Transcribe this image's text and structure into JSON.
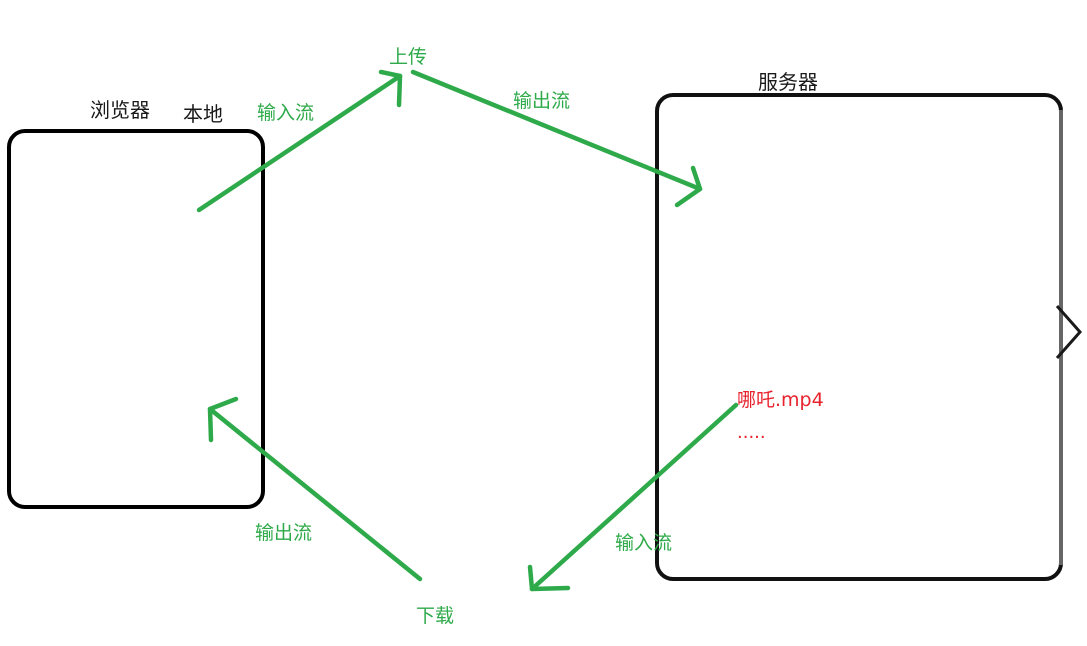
{
  "labels": {
    "browser": "浏览器",
    "local": "本地",
    "server": "服务器",
    "upload": "上传",
    "download": "下载",
    "upload_input_stream": "输入流",
    "upload_output_stream": "输出流",
    "download_input_stream": "输入流",
    "download_output_stream": "输出流",
    "file_name": "哪吒.mp4",
    "file_more": "....."
  },
  "colors": {
    "stroke_box": "#000000",
    "arrow": "#2eaa4a",
    "file_text": "#e8232e"
  },
  "icons": {
    "edge_arrow": "chevron-right-icon"
  }
}
